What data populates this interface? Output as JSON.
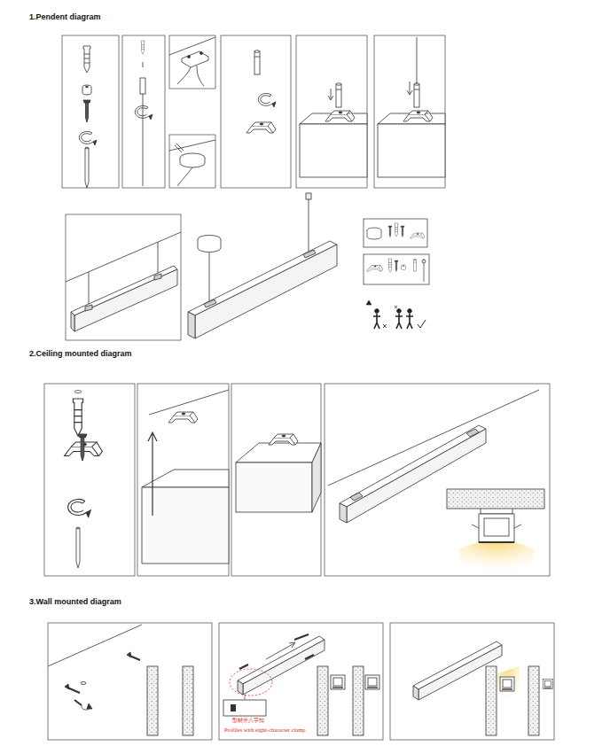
{
  "diagram": {
    "labels": [
      "1.Pendent diagram",
      "2.Ceiling mounted diagram",
      "3.Wall mounted diagram",
      "型材开八字扣",
      "Profiles with eight-character clamp"
    ]
  }
}
